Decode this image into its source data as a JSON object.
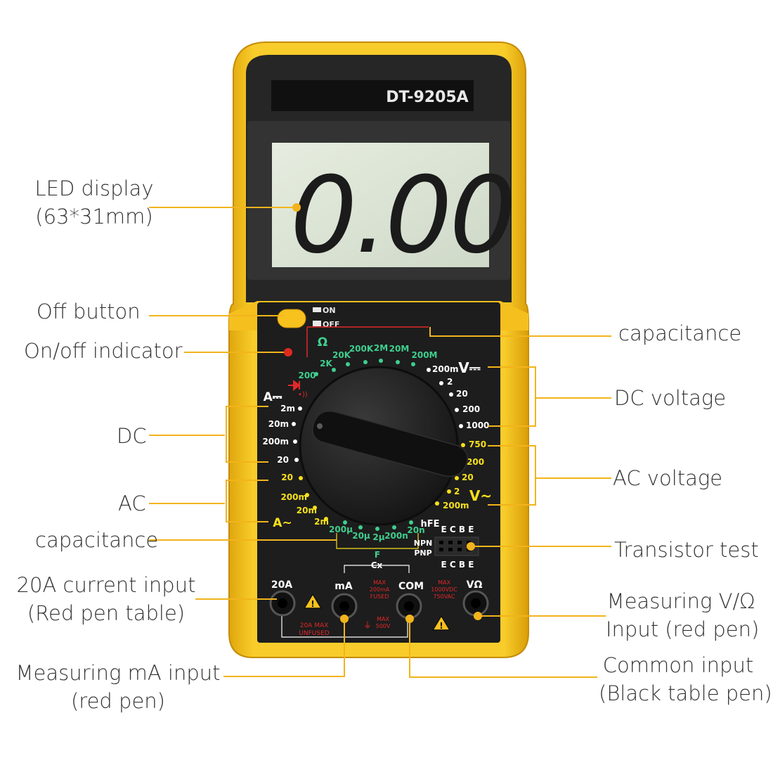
{
  "device": {
    "model": "DT-9205A",
    "display_reading": "0.00",
    "switch_on": "ON",
    "switch_off": "OFF"
  },
  "dial": {
    "ohm_symbol": "Ω",
    "ohm_ranges": [
      "200",
      "2K",
      "20K",
      "200K",
      "2M",
      "20M",
      "200M"
    ],
    "dcv_symbol": "V⎓",
    "dcv_ranges": [
      "200m",
      "2",
      "20",
      "200",
      "1000"
    ],
    "acv_symbol": "V~",
    "acv_ranges": [
      "750",
      "200",
      "20",
      "2",
      "200m"
    ],
    "dca_symbol": "A⎓",
    "dca_ranges": [
      "2m",
      "20m",
      "200m",
      "20"
    ],
    "aca_symbol": "A~",
    "aca_ranges": [
      "20",
      "200m",
      "20m",
      "2m"
    ],
    "cap_ranges": [
      "200μ",
      "20μ",
      "2μ",
      "200n",
      "20n"
    ],
    "cap_unit": "F",
    "hfe": "hFE",
    "transistor_pins": "E C B E",
    "npn": "NPN",
    "pnp": "PNP"
  },
  "jacks": {
    "labels": [
      "20A",
      "mA",
      "COM",
      "VΩ"
    ],
    "cx": "Cx",
    "ma_warning": [
      "MAX",
      "200mA",
      "FUSED"
    ],
    "com_warning": [
      "MAX",
      "1000VDC",
      "750VAC"
    ],
    "a20_warning": [
      "20A MAX",
      "UNFUSED"
    ],
    "ground_warning": [
      "MAX",
      "500V"
    ]
  },
  "callouts": {
    "led_display": [
      "LED display",
      "(63*31mm)"
    ],
    "off_button": "Off button",
    "onoff_indicator": "On/off indicator",
    "dc": "DC",
    "ac": "AC",
    "capacitance_left": "capacitance",
    "current_20a": [
      "20A current input",
      "(Red pen table)"
    ],
    "ma_input": [
      "Measuring mA input",
      "(red pen)"
    ],
    "capacitance_right": "capacitance",
    "dc_voltage": "DC voltage",
    "ac_voltage": "AC voltage",
    "transistor_test": "Transistor test",
    "vohm_input": [
      "Measuring V/Ω",
      "Input (red pen)"
    ],
    "common_input": [
      "Common input",
      "(Black table pen)"
    ]
  },
  "colors": {
    "housing": "#f6c21a",
    "body": "#1c1c1c",
    "lcd": "#dde6d6",
    "leader": "#f2b41c",
    "ohm_green": "#3fcf8e",
    "ac_yellow": "#f7e01a",
    "warn_red": "#e0282a"
  }
}
